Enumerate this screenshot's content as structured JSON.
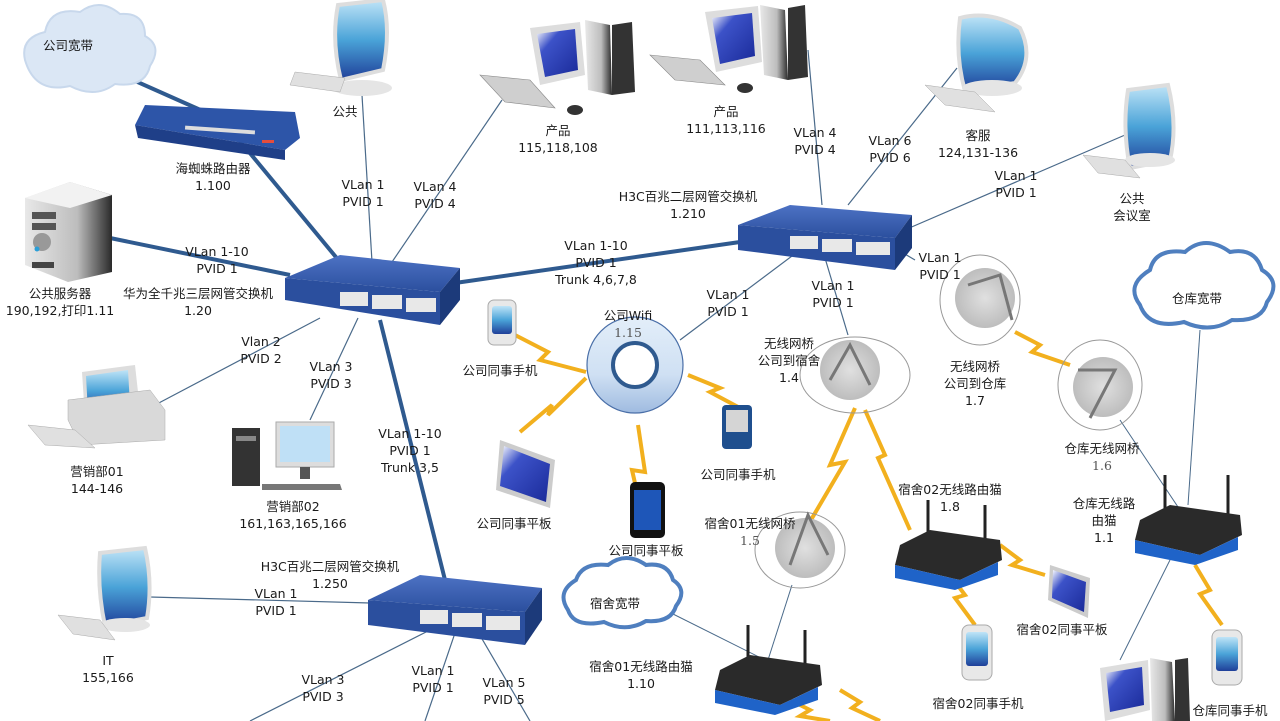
{
  "diagram": {
    "title": "公司网络拓扑",
    "colors": {
      "trunk_link": "#2f5a8f",
      "access_link": "#4a6a8a",
      "wireless_link": "#f2b01e",
      "switch_body": "#2b4f9e",
      "router_body": "#1f4fa8",
      "cloud_fill": "#eef4fb",
      "cloud_stroke": "#5b86c0"
    },
    "nodes": {
      "company_broadband": {
        "label": "公司宽带"
      },
      "spider_router": {
        "name": "海蜘蛛路由器",
        "ip": "1.100"
      },
      "public_server": {
        "name": "公共服务器",
        "ip": "190,192,打印1.11"
      },
      "core_switch": {
        "name": "华为全千兆三层网管交换机",
        "ip": "1.20"
      },
      "pc_public_top": {
        "name": "公共"
      },
      "pc_product_1": {
        "name": "产品",
        "ip": "115,118,108"
      },
      "pc_product_2": {
        "name": "产品",
        "ip": "111,113,116"
      },
      "pc_service": {
        "name": "客服",
        "ip": "124,131-136"
      },
      "pc_meeting": {
        "name": "公共",
        "sub": "会议室"
      },
      "h3c_switch_top": {
        "name": "H3C百兆二层网管交换机",
        "ip": "1.210"
      },
      "h3c_switch_bottom": {
        "name": "H3C百兆二层网管交换机",
        "ip": "1.250"
      },
      "marketing_01": {
        "name": "营销部01",
        "ip": "144-146"
      },
      "marketing_02": {
        "name": "营销部02",
        "ip": "161,163,165,166"
      },
      "it_pc": {
        "name": "IT",
        "ip": "155,166"
      },
      "company_wifi": {
        "name": "公司Wifi",
        "ip": "1.15"
      },
      "phone_company_1": {
        "name": "公司同事手机"
      },
      "phone_company_2": {
        "name": "公司同事手机"
      },
      "tablet_company_1": {
        "name": "公司同事平板"
      },
      "tablet_company_2": {
        "name": "公司同事平板"
      },
      "bridge_dorm": {
        "name": "无线网桥",
        "sub": "公司到宿舍",
        "ip": "1.4"
      },
      "bridge_warehouse": {
        "name": "无线网桥",
        "sub": "公司到仓库",
        "ip": "1.7"
      },
      "bridge_dorm01": {
        "name": "宿舍01无线网桥",
        "ip": "1.5"
      },
      "bridge_warehouse_rx": {
        "name": "仓库无线网桥",
        "ip": "1.6"
      },
      "warehouse_broadband": {
        "label": "仓库宽带"
      },
      "dorm_broadband": {
        "label": "宿舍宽带"
      },
      "dorm01_router": {
        "name": "宿舍01无线路由猫",
        "ip": "1.10"
      },
      "dorm02_router": {
        "name": "宿舍02无线路由猫",
        "ip": "1.8"
      },
      "warehouse_router": {
        "name": "仓库无线路",
        "sub": "由猫",
        "ip": "1.1"
      },
      "dorm02_tablet": {
        "name": "宿舍02同事平板"
      },
      "dorm02_phone": {
        "name": "宿舍02同事手机"
      },
      "warehouse_phone": {
        "name": "仓库同事手机"
      }
    },
    "links": {
      "server_core": {
        "vlan": "VLan 1-10",
        "pvid": "PVID 1"
      },
      "public_core": {
        "vlan": "VLan 1",
        "pvid": "PVID 1"
      },
      "product1_core": {
        "vlan": "VLan 4",
        "pvid": "PVID 4"
      },
      "core_h3c_top": {
        "vlan": "VLan 1-10",
        "pvid": "PVID 1",
        "trunk": "Trunk 4,6,7,8"
      },
      "product2_h3c": {
        "vlan": "VLan 4",
        "pvid": "PVID 4"
      },
      "service_h3c": {
        "vlan": "VLan 6",
        "pvid": "PVID 6"
      },
      "meeting_h3c": {
        "vlan": "VLan 1",
        "pvid": "PVID 1"
      },
      "wifi_h3c": {
        "vlan": "VLan 1",
        "pvid": "PVID 1"
      },
      "bridge_dorm_h3c": {
        "vlan": "VLan 1",
        "pvid": "PVID 1"
      },
      "bridge_wh_h3c": {
        "vlan": "VLan 1",
        "pvid": "PVID 1"
      },
      "marketing01_core": {
        "vlan": "Vlan 2",
        "pvid": "PVID 2"
      },
      "marketing02_core": {
        "vlan": "VLan 3",
        "pvid": "PVID 3"
      },
      "core_h3c_bottom": {
        "vlan": "VLan 1-10",
        "pvid": "PVID 1",
        "trunk": "Trunk 3,5"
      },
      "it_h3c": {
        "vlan": "VLan 1",
        "pvid": "PVID 1"
      },
      "h3c_bottom_vlan3": {
        "vlan": "VLan 3",
        "pvid": "PVID 3"
      },
      "h3c_bottom_vlan1": {
        "vlan": "VLan 1",
        "pvid": "PVID 1"
      },
      "h3c_bottom_vlan5": {
        "vlan": "VLan 5",
        "pvid": "PVID 5"
      }
    }
  }
}
